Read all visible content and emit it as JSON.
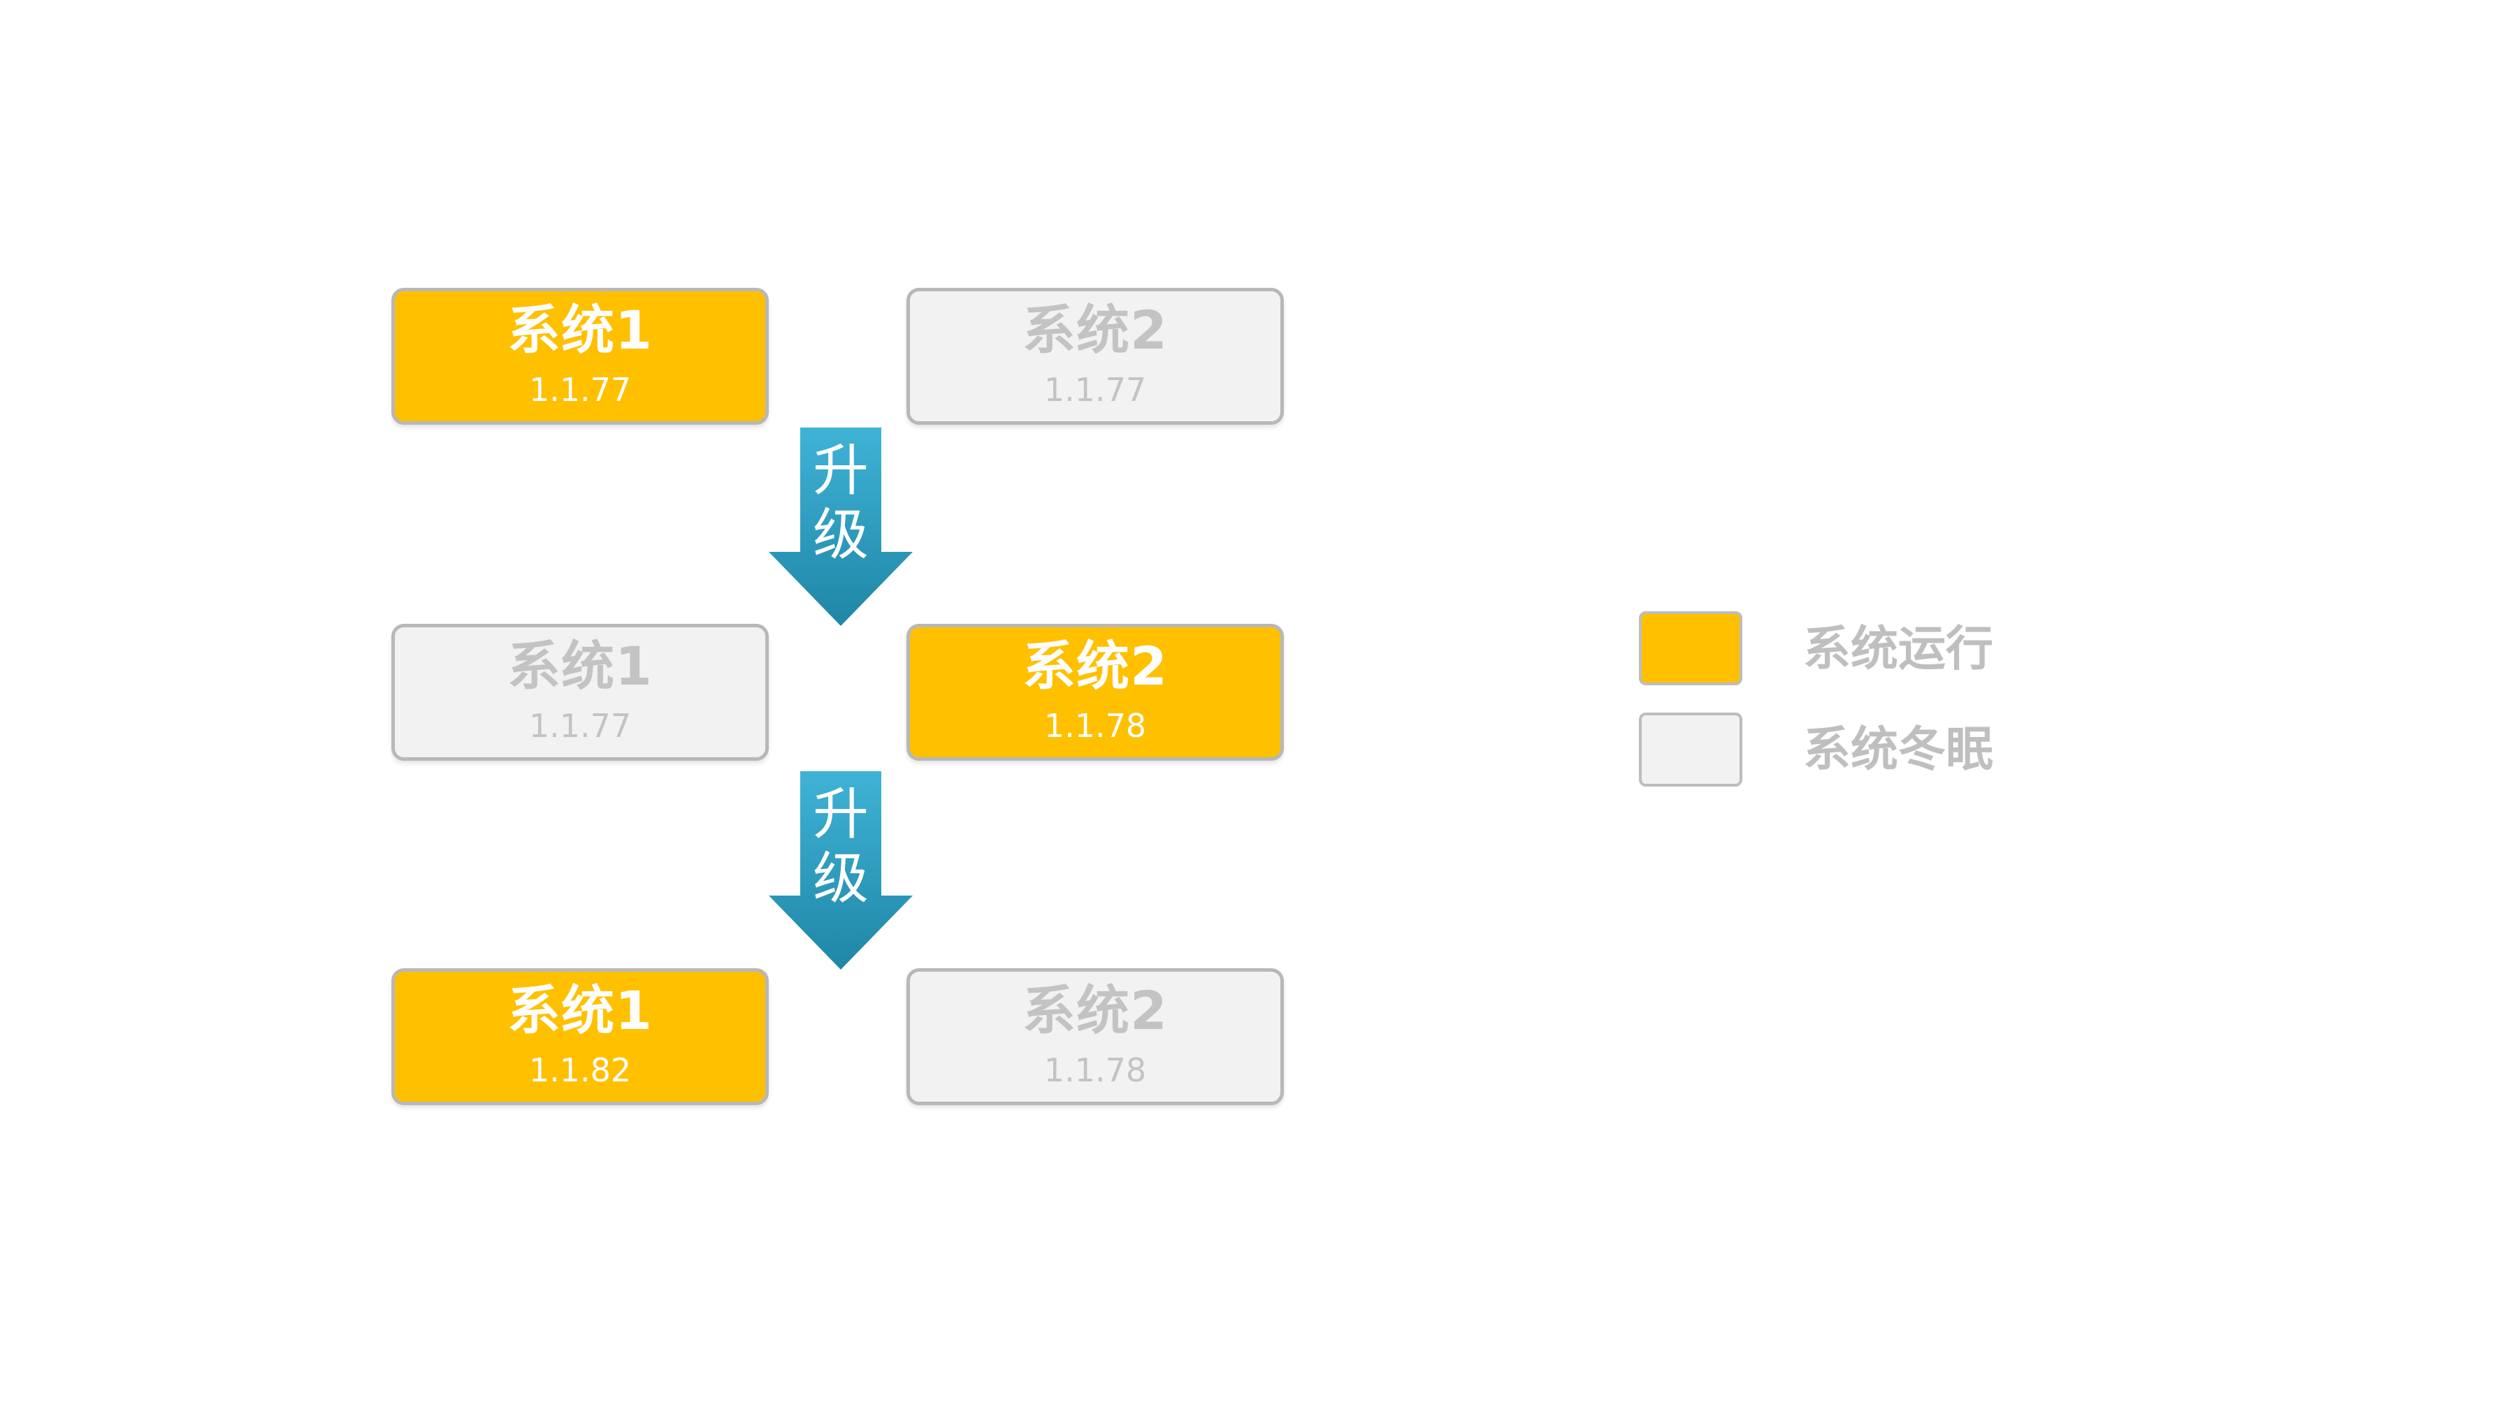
{
  "colors": {
    "running": "#ffc000",
    "hibernating": "#f2f2f2",
    "arrow_top": "#3fb3d6",
    "arrow_bottom": "#1f86a6",
    "text_light": "#ffffff",
    "text_muted": "#c3c3c3"
  },
  "rows": [
    {
      "left": {
        "name": "系统1",
        "version": "1.1.77",
        "state": "running"
      },
      "right": {
        "name": "系统2",
        "version": "1.1.77",
        "state": "hibernating"
      }
    },
    {
      "left": {
        "name": "系统1",
        "version": "1.1.77",
        "state": "hibernating"
      },
      "right": {
        "name": "系统2",
        "version": "1.1.78",
        "state": "running"
      }
    },
    {
      "left": {
        "name": "系统1",
        "version": "1.1.82",
        "state": "running"
      },
      "right": {
        "name": "系统2",
        "version": "1.1.78",
        "state": "hibernating"
      }
    }
  ],
  "arrows": [
    {
      "line1": "升",
      "line2": "级"
    },
    {
      "line1": "升",
      "line2": "级"
    }
  ],
  "legend": {
    "running_label": "系统运行",
    "hibernating_label": "系统冬眠"
  }
}
